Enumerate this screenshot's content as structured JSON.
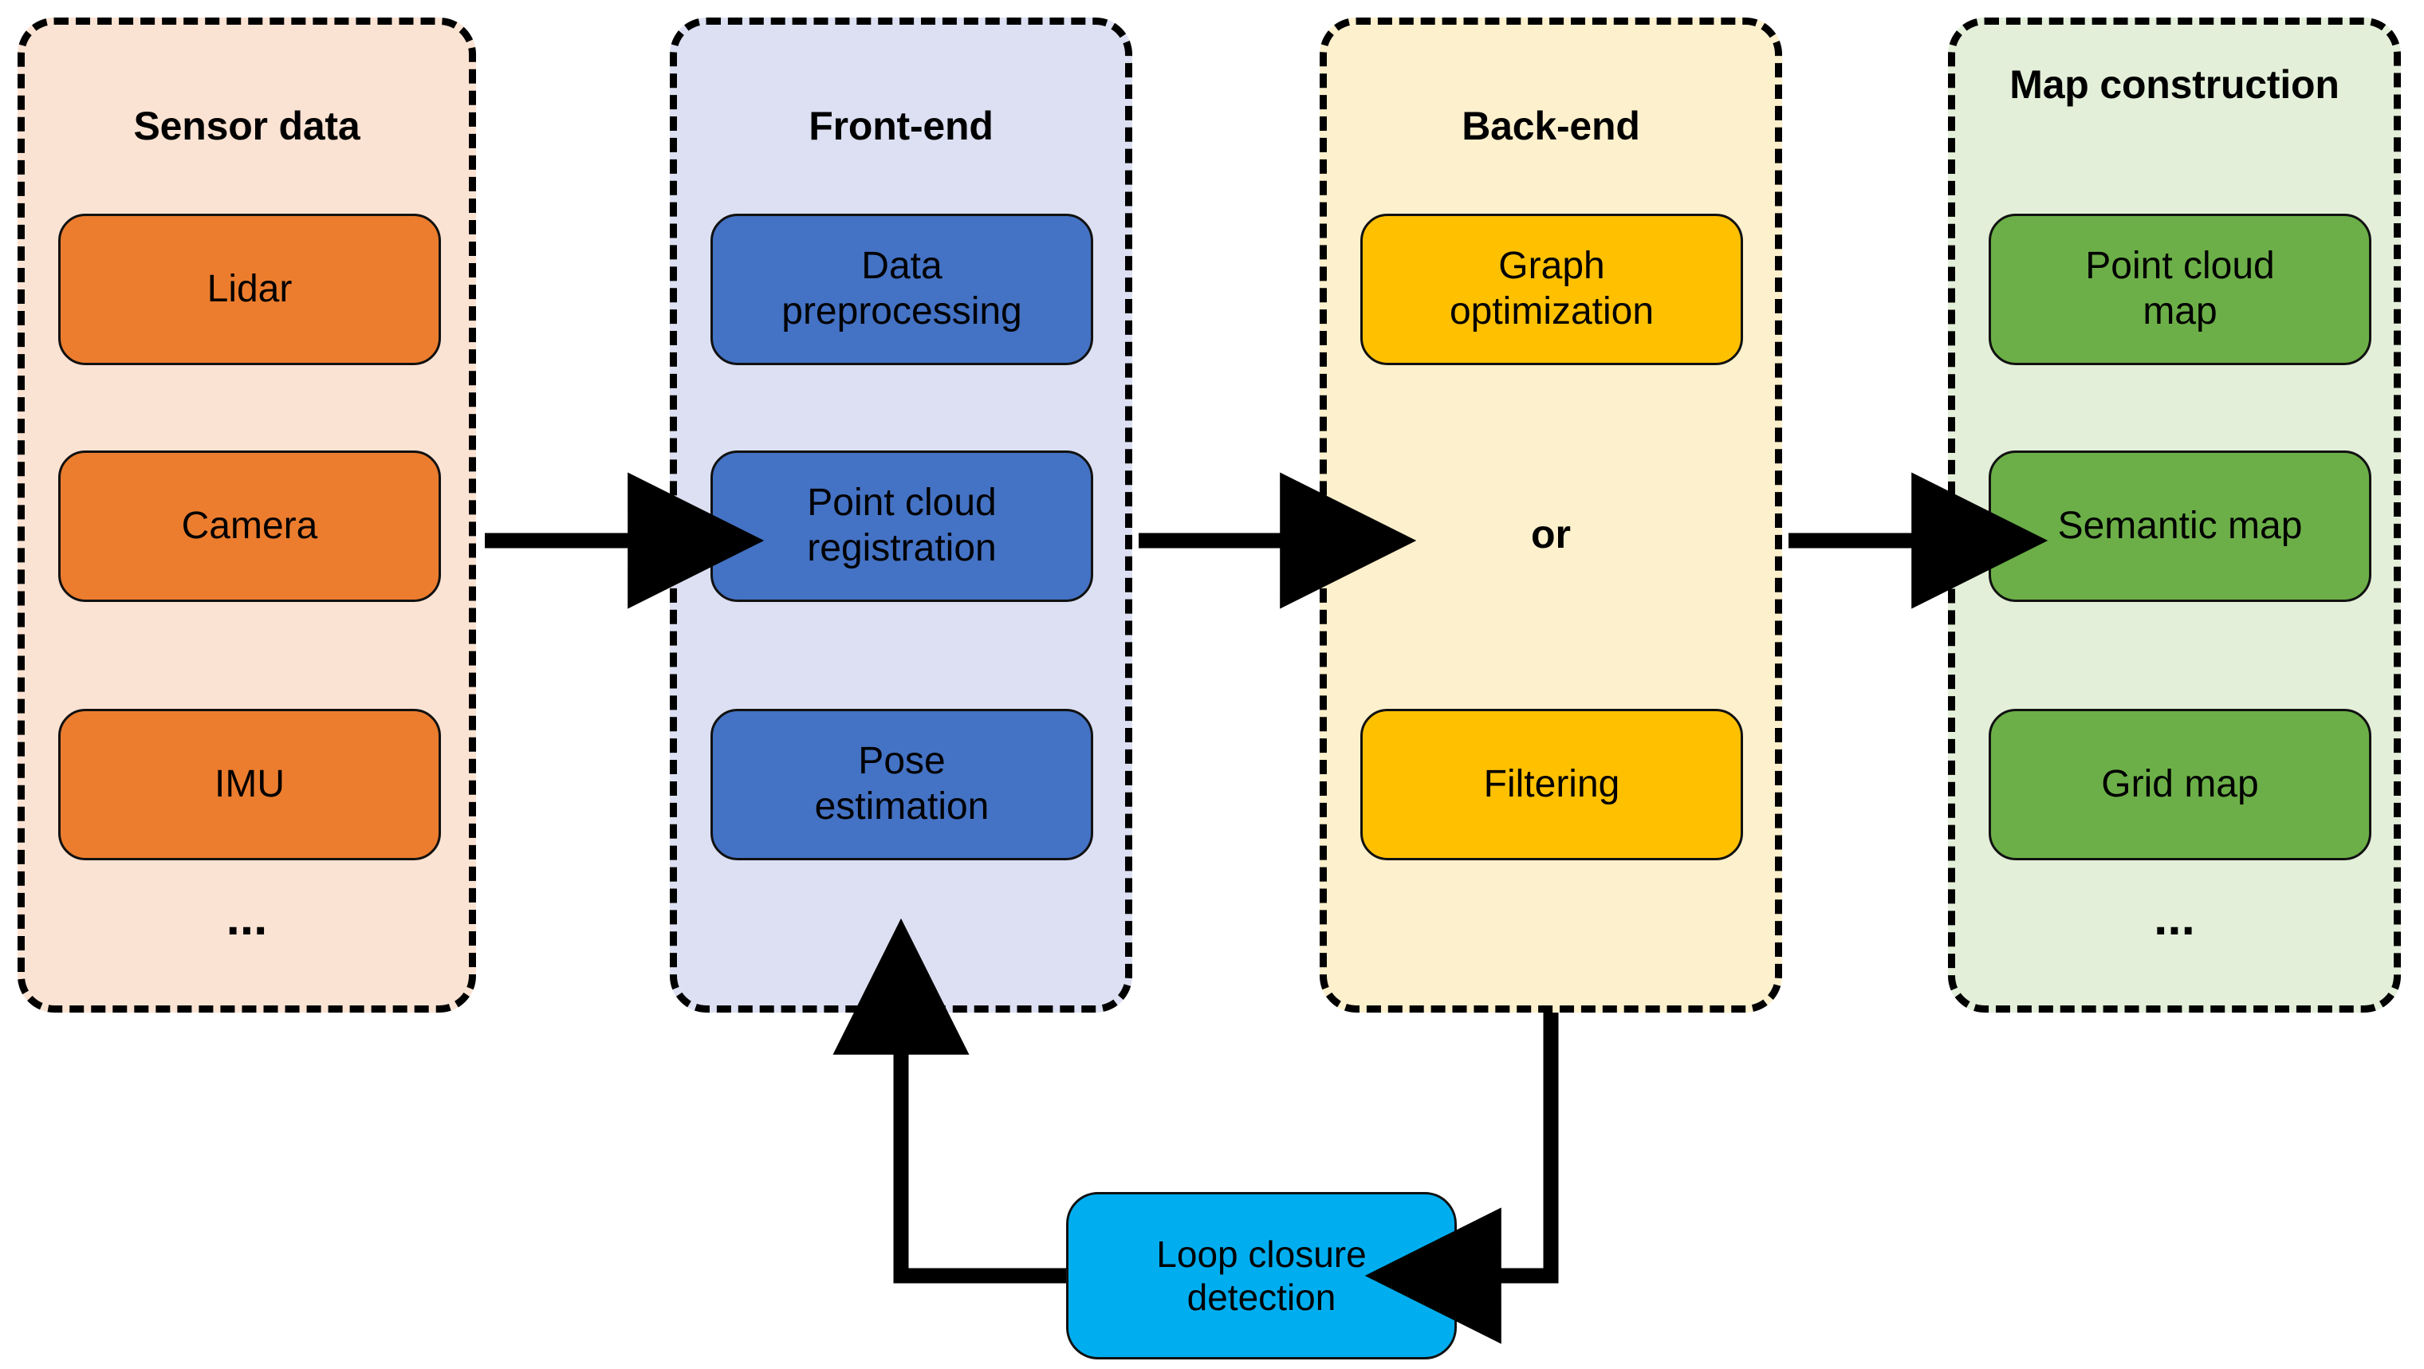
{
  "diagram": {
    "title": "SLAM pipeline block diagram",
    "colors": {
      "sensor_panel_bg": "#FBE3D3",
      "front_panel_bg": "#DCE0F2",
      "back_panel_bg": "#FDF0CD",
      "map_panel_bg": "#E3EFD9",
      "sensor_node": "#EC7D2E",
      "front_node": "#4472C4",
      "back_node": "#FFC000",
      "map_node": "#6CAF48",
      "loop_node": "#00AEEF",
      "stroke": "#000000"
    },
    "panels": [
      {
        "id": "sensor-data",
        "title": "Sensor data",
        "nodes": [
          "Lidar",
          "Camera",
          "IMU"
        ],
        "ellipsis": "..."
      },
      {
        "id": "front-end",
        "title": "Front-end",
        "nodes": [
          "Data\npreprocessing",
          "Point cloud\nregistration",
          "Pose\nestimation"
        ],
        "ellipsis": ""
      },
      {
        "id": "back-end",
        "title": "Back-end",
        "nodes": [
          "Graph\noptimization",
          "Filtering"
        ],
        "connector_label": "or",
        "ellipsis": ""
      },
      {
        "id": "map-construction",
        "title": "Map\nconstruction",
        "nodes": [
          "Point cloud\nmap",
          "Semantic map",
          "Grid map"
        ],
        "ellipsis": "..."
      }
    ],
    "loop": {
      "label": "Loop closure\ndetection"
    },
    "flow_arrows": [
      {
        "from": "sensor-data",
        "to": "front-end"
      },
      {
        "from": "front-end",
        "to": "back-end"
      },
      {
        "from": "back-end",
        "to": "map-construction"
      },
      {
        "from": "back-end",
        "to": "loop-closure-detection"
      },
      {
        "from": "loop-closure-detection",
        "to": "front-end"
      }
    ]
  }
}
